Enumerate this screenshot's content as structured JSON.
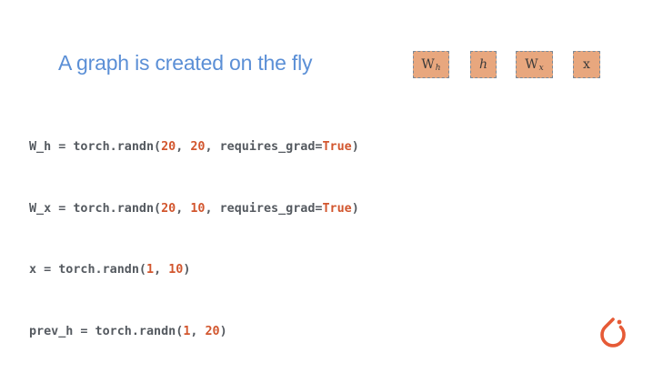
{
  "slide": {
    "title": "A graph is created on the fly"
  },
  "variables": [
    {
      "base": "W",
      "sub": "h"
    },
    {
      "base": "h",
      "sub": ""
    },
    {
      "base": "W",
      "sub": "x"
    },
    {
      "base": "x",
      "sub": ""
    }
  ],
  "code_lines": [
    [
      {
        "t": "W_h = torch.randn(",
        "c": "plain"
      },
      {
        "t": "20",
        "c": "num"
      },
      {
        "t": ", ",
        "c": "plain"
      },
      {
        "t": "20",
        "c": "num"
      },
      {
        "t": ", requires_grad=",
        "c": "plain"
      },
      {
        "t": "True",
        "c": "kw"
      },
      {
        "t": ")",
        "c": "plain"
      }
    ],
    [
      {
        "t": "W_x = torch.randn(",
        "c": "plain"
      },
      {
        "t": "20",
        "c": "num"
      },
      {
        "t": ", ",
        "c": "plain"
      },
      {
        "t": "10",
        "c": "num"
      },
      {
        "t": ", requires_grad=",
        "c": "plain"
      },
      {
        "t": "True",
        "c": "kw"
      },
      {
        "t": ")",
        "c": "plain"
      }
    ],
    [
      {
        "t": "x = torch.randn(",
        "c": "plain"
      },
      {
        "t": "1",
        "c": "num"
      },
      {
        "t": ", ",
        "c": "plain"
      },
      {
        "t": "10",
        "c": "num"
      },
      {
        "t": ")",
        "c": "plain"
      }
    ],
    [
      {
        "t": "prev_h = torch.randn(",
        "c": "plain"
      },
      {
        "t": "1",
        "c": "num"
      },
      {
        "t": ", ",
        "c": "plain"
      },
      {
        "t": "20",
        "c": "num"
      },
      {
        "t": ")",
        "c": "plain"
      }
    ]
  ],
  "colors": {
    "title": "#5b8fd6",
    "variable_fill": "#e8a77e",
    "code_text": "#555a60",
    "code_literal": "#d2562e",
    "logo": "#e65a36"
  },
  "logo": {
    "icon": "pytorch-logo"
  }
}
